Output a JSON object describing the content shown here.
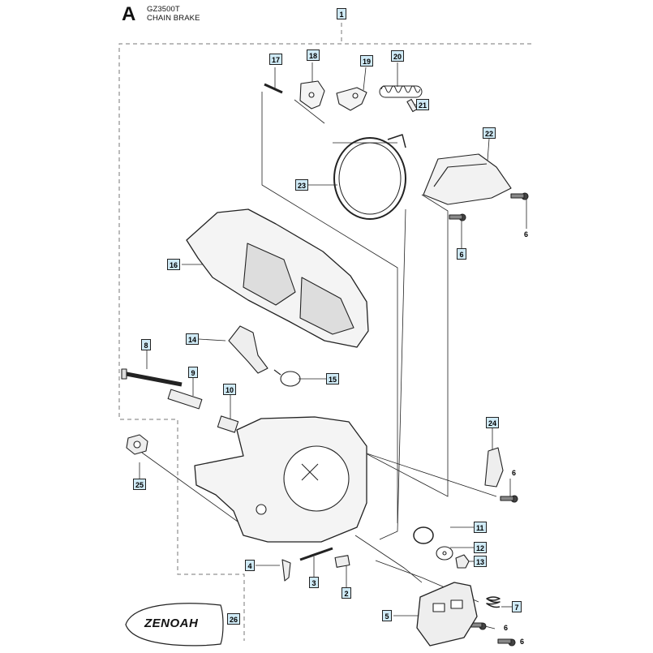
{
  "header": {
    "section_letter": "A",
    "model": "GZ3500T",
    "assembly": "CHAIN BRAKE"
  },
  "callouts": [
    {
      "id": "c1",
      "label": "1"
    },
    {
      "id": "c17",
      "label": "17"
    },
    {
      "id": "c18",
      "label": "18"
    },
    {
      "id": "c19",
      "label": "19"
    },
    {
      "id": "c20",
      "label": "20"
    },
    {
      "id": "c21",
      "label": "21"
    },
    {
      "id": "c22",
      "label": "22"
    },
    {
      "id": "c23",
      "label": "23"
    },
    {
      "id": "c6a",
      "label": "6"
    },
    {
      "id": "c16",
      "label": "16"
    },
    {
      "id": "c8",
      "label": "8"
    },
    {
      "id": "c14",
      "label": "14"
    },
    {
      "id": "c15",
      "label": "15"
    },
    {
      "id": "c9",
      "label": "9"
    },
    {
      "id": "c10",
      "label": "10"
    },
    {
      "id": "c24",
      "label": "24"
    },
    {
      "id": "c25",
      "label": "25"
    },
    {
      "id": "c11",
      "label": "11"
    },
    {
      "id": "c12",
      "label": "12"
    },
    {
      "id": "c13",
      "label": "13"
    },
    {
      "id": "c4",
      "label": "4"
    },
    {
      "id": "c3",
      "label": "3"
    },
    {
      "id": "c2",
      "label": "2"
    },
    {
      "id": "c7",
      "label": "7"
    },
    {
      "id": "c5",
      "label": "5"
    },
    {
      "id": "c26",
      "label": "26"
    }
  ],
  "plain_labels": [
    {
      "id": "p6a",
      "label": "6"
    },
    {
      "id": "p6b",
      "label": "6"
    },
    {
      "id": "p6c",
      "label": "6"
    },
    {
      "id": "p6d",
      "label": "6"
    }
  ],
  "logo": {
    "text": "ZENOAH"
  },
  "colors": {
    "callout_fill": "#cfeaf6",
    "line": "#222222",
    "dash": "#777777"
  }
}
